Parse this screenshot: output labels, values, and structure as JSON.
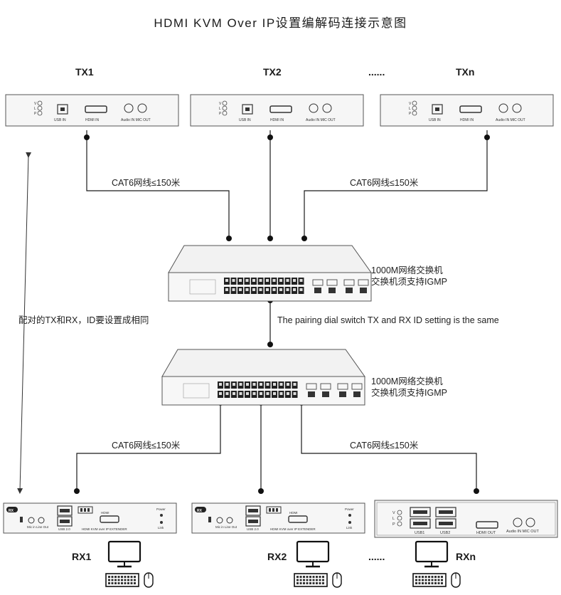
{
  "title": "HDMI KVM Over IP设置编解码连接示意图",
  "tx_labels": [
    "TX1",
    "TX2",
    "TXn"
  ],
  "tx_ellipsis": "......",
  "rx_labels": [
    "RX1",
    "RX2",
    "RXn"
  ],
  "rx_ellipsis": "......",
  "cable_label": "CAT6网线≤150米",
  "switch_caption_line1": "1000M网络交换机",
  "switch_caption_line2": "交换机须支持IGMP",
  "pairing_note_cn": "配对的TX和RX，ID要设置成相同",
  "pairing_note_en": "The pairing dial switch TX and RX ID setting is the same",
  "tx_ports": {
    "usb": "USB IN",
    "hdmi": "HDMI IN",
    "audio": "Audio IN  MIC OUT",
    "leds": [
      "V",
      "L",
      "P"
    ]
  },
  "rx_small_ports": {
    "badge": "RX",
    "mic": "Mic in  Line Out",
    "usb": "USB 2.0",
    "hdmi": "HDMI",
    "product": "HDMI KVM over IP EXTENDER",
    "power": "Power",
    "link": "Link"
  },
  "rx_large_ports": {
    "usb1": "USB1",
    "usb2": "USB2",
    "hdmi": "HDMI OUT",
    "audio": "Audio IN  MIC OUT",
    "leds": [
      "V",
      "L",
      "P"
    ]
  },
  "colors": {
    "line": "#1a1a1a",
    "device_fill": "#f6f6f6",
    "device_stroke": "#555555"
  }
}
